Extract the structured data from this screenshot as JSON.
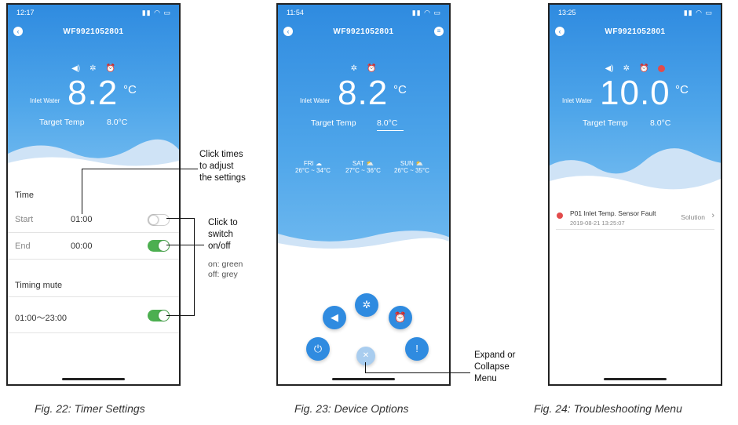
{
  "fig22": {
    "status_time": "12:17",
    "device_id": "WF9921052801",
    "inlet_label": "Inlet Water",
    "temp": "8.2",
    "unit": "°C",
    "target_label": "Target Temp",
    "target_value": "8.0°C",
    "time_heading": "Time",
    "start_label": "Start",
    "start_value": "01:00",
    "end_label": "End",
    "end_value": "00:00",
    "timing_mute_heading": "Timing mute",
    "mute_range": "01:00～23:00",
    "caption": "Fig. 22: Timer Settings"
  },
  "fig23": {
    "status_time": "11:54",
    "device_id": "WF9921052801",
    "inlet_label": "Inlet Water",
    "temp": "8.2",
    "unit": "°C",
    "target_label": "Target Temp",
    "target_value": "8.0°C",
    "forecast": [
      {
        "day": "FRI",
        "range": "26°C ~ 34°C"
      },
      {
        "day": "SAT",
        "range": "27°C ~ 36°C"
      },
      {
        "day": "SUN",
        "range": "26°C ~ 35°C"
      }
    ],
    "caption": "Fig. 23: Device Options"
  },
  "fig24": {
    "status_time": "13:25",
    "device_id": "WF9921052801",
    "inlet_label": "Inlet Water",
    "temp": "10.0",
    "unit": "°C",
    "target_label": "Target Temp",
    "target_value": "8.0°C",
    "fault_title": "P01 Inlet Temp. Sensor Fault",
    "fault_time": "2019-08-21 13:25:07",
    "solution_label": "Solution",
    "caption": "Fig. 24: Troubleshooting Menu"
  },
  "annotations": {
    "click_times": "Click times to adjust the settings",
    "click_times_l1": "Click times",
    "click_times_l2": "to adjust",
    "click_times_l3": "the settings",
    "click_to_l1": "Click to",
    "click_to_l2": "switch",
    "click_to_l3": "on/off",
    "on_green": "on: green",
    "off_grey": "off: grey",
    "expand_l1": "Expand or",
    "expand_l2": "Collapse",
    "expand_l3": "Menu"
  },
  "colors": {
    "accent_blue": "#2f8be0",
    "toggle_on": "#4caf50",
    "fault_red": "#e24b4b"
  },
  "icons": {
    "back": "chevron-left-icon",
    "menu": "menu-icon",
    "sound": "speaker-icon",
    "sun": "sun-icon",
    "alarm": "alarm-clock-icon",
    "fault": "fault-icon",
    "power": "power-icon",
    "close": "close-icon",
    "cloud": "cloud-icon"
  }
}
